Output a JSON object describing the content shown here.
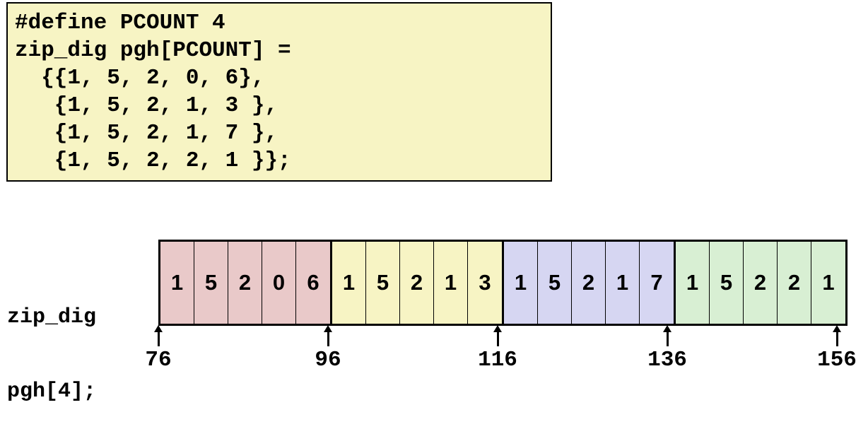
{
  "code": {
    "lines": [
      "#define PCOUNT 4",
      "zip_dig pgh[PCOUNT] =",
      "  {{1, 5, 2, 0, 6},",
      "   {1, 5, 2, 1, 3 },",
      "   {1, 5, 2, 1, 7 },",
      "   {1, 5, 2, 2, 1 }};"
    ]
  },
  "declaration": {
    "line1": "zip_dig",
    "line2": "pgh[4];"
  },
  "array": {
    "rows": [
      {
        "color": "#e9c9c9",
        "cells": [
          "1",
          "5",
          "2",
          "0",
          "6"
        ]
      },
      {
        "color": "#f7f4c4",
        "cells": [
          "1",
          "5",
          "2",
          "1",
          "3"
        ]
      },
      {
        "color": "#d6d6f2",
        "cells": [
          "1",
          "5",
          "2",
          "1",
          "7"
        ]
      },
      {
        "color": "#d8efd3",
        "cells": [
          "1",
          "5",
          "2",
          "2",
          "1"
        ]
      }
    ]
  },
  "addresses": [
    "76",
    "96",
    "116",
    "136",
    "156"
  ]
}
